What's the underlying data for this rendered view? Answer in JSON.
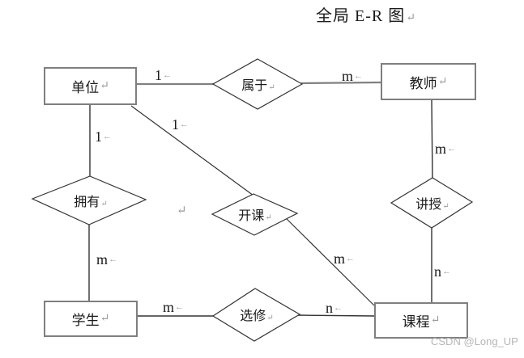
{
  "title": {
    "text": "全局 E-R 图",
    "mark": "↵"
  },
  "entities": [
    {
      "name": "单位",
      "mark": "↵"
    },
    {
      "name": "教师",
      "mark": "↵"
    },
    {
      "name": "学生",
      "mark": "↵"
    },
    {
      "name": "课程",
      "mark": "↵"
    }
  ],
  "relationships": [
    {
      "name": "属于",
      "mark": "↵"
    },
    {
      "name": "拥有",
      "mark": "↵"
    },
    {
      "name": "开课",
      "mark": "↵"
    },
    {
      "name": "讲授",
      "mark": "↵"
    },
    {
      "name": "选修",
      "mark": "↵"
    }
  ],
  "cardinalities": [
    {
      "value": "1",
      "mark": "←"
    },
    {
      "value": "m",
      "mark": "←"
    },
    {
      "value": "1",
      "mark": "←"
    },
    {
      "value": "1",
      "mark": "←"
    },
    {
      "value": "m",
      "mark": "←"
    },
    {
      "value": "m",
      "mark": "←"
    },
    {
      "value": "m",
      "mark": "←"
    },
    {
      "value": "n",
      "mark": "←"
    },
    {
      "value": "m",
      "mark": "←"
    },
    {
      "value": "n",
      "mark": "←"
    }
  ],
  "stray_paragraph_mark": "↵",
  "watermark": "CSDN @Long_UP",
  "colors": {
    "entity_border": "#7f7f7f",
    "connector_gray": "#808080",
    "connector_dark": "#333333",
    "mark_gray": "#9a9a9a",
    "watermark_gray": "#b5b5b5"
  }
}
